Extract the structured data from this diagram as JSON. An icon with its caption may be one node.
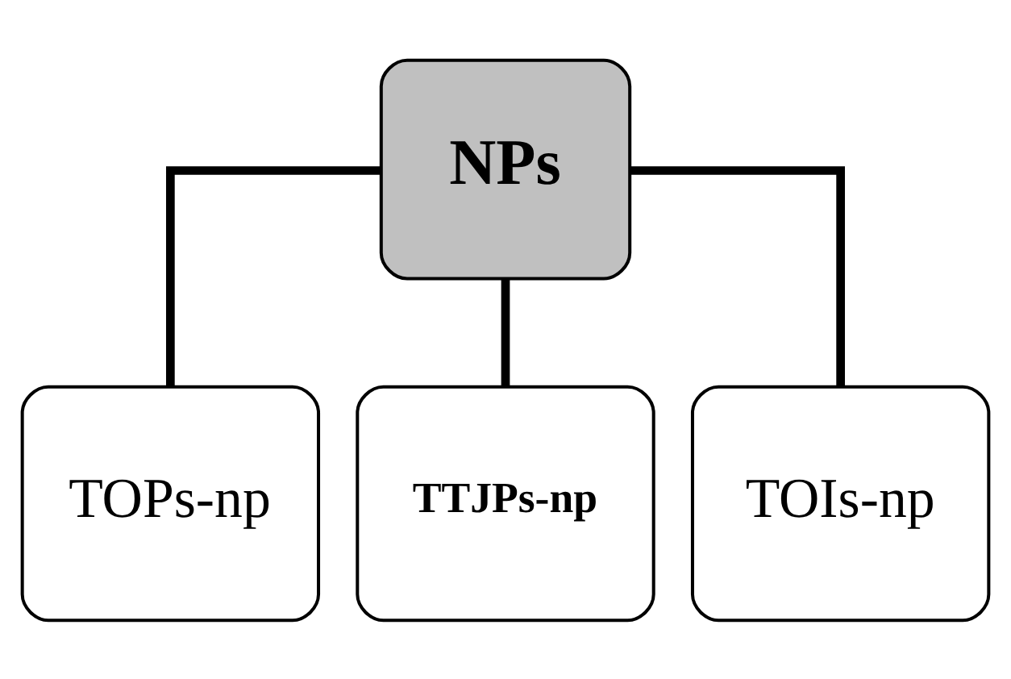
{
  "diagram": {
    "nodes": [
      {
        "text": [
          "NPs"
        ]
      },
      {
        "text": [
          "TOPs-np"
        ]
      },
      {
        "text": [
          "TTJPs-np"
        ]
      },
      {
        "text": [
          "TOIs-np"
        ]
      }
    ],
    "edges": [
      {
        "from": 0,
        "to": 1,
        "arrow": "none"
      },
      {
        "from": 0,
        "to": 2,
        "arrow": "none"
      },
      {
        "from": 0,
        "to": 3,
        "arrow": "none"
      }
    ]
  }
}
